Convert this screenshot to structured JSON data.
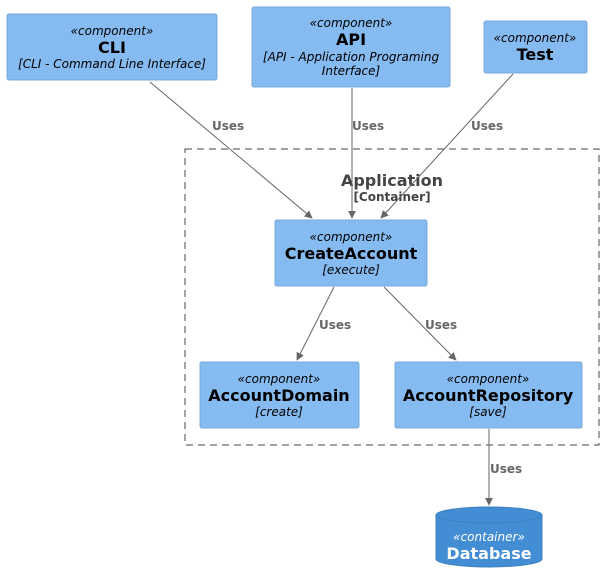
{
  "components": {
    "cli": {
      "stereotype": "«component»",
      "title": "CLI",
      "description": "[CLI - Command Line Interface]"
    },
    "api": {
      "stereotype": "«component»",
      "title": "API",
      "description_line1": "[API - Application Programing",
      "description_line2": "Interface]"
    },
    "test": {
      "stereotype": "«component»",
      "title": "Test"
    },
    "create_account": {
      "stereotype": "«component»",
      "title": "CreateAccount",
      "description": "[execute]"
    },
    "account_domain": {
      "stereotype": "«component»",
      "title": "AccountDomain",
      "description": "[create]"
    },
    "account_repository": {
      "stereotype": "«component»",
      "title": "AccountRepository",
      "description": "[save]"
    }
  },
  "boundary": {
    "title": "Application",
    "subtitle": "[Container]"
  },
  "database": {
    "stereotype": "«container»",
    "title": "Database"
  },
  "edges": {
    "cli_to_create": "Uses",
    "api_to_create": "Uses",
    "test_to_create": "Uses",
    "create_to_domain": "Uses",
    "create_to_repository": "Uses",
    "repository_to_database": "Uses"
  },
  "colors": {
    "component_fill": "#85bbf0",
    "container_fill": "#438dd5",
    "edge": "#666666",
    "boundary": "#444444"
  }
}
